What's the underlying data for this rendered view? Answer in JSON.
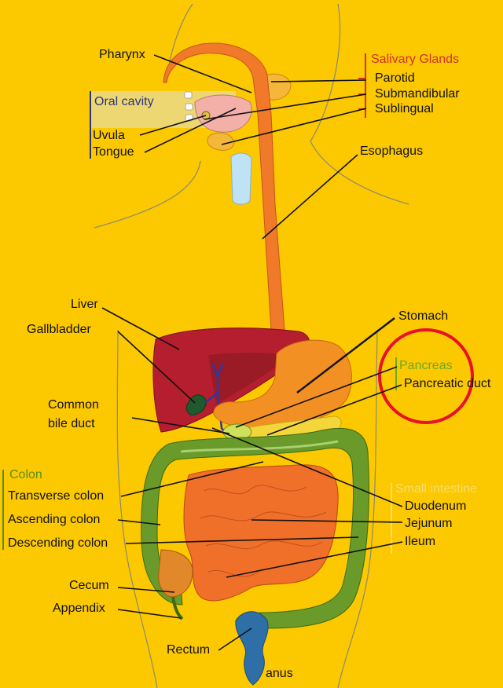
{
  "colors": {
    "background": "#FCC800",
    "esophagus": "#F07A2A",
    "liver": "#B51E2E",
    "stomach": "#F29024",
    "colon": "#6A9A2A",
    "small_intestine": "#F0702A",
    "rectum": "#2E6FA8",
    "highlight_circle": "#E8102A",
    "salivary_label": "#D2302A",
    "oral_label": "#2A3580",
    "colon_label": "#5A8F1E",
    "pancreas_label": "#6BAA2A",
    "small_intestine_label": "#F7DC70"
  },
  "labels": {
    "pharynx": "Pharynx",
    "oral_cavity": "Oral cavity",
    "uvula": "Uvula",
    "tongue": "Tongue",
    "salivary_glands": "Salivary Glands",
    "parotid": "Parotid",
    "submandibular": "Submandibular",
    "sublingual": "Sublingual",
    "esophagus": "Esophagus",
    "liver": "Liver",
    "gallbladder": "Gallbladder",
    "common_bile_duct_1": "Common",
    "common_bile_duct_2": "bile duct",
    "stomach": "Stomach",
    "pancreas": "Pancreas",
    "pancreatic_duct": "Pancreatic duct",
    "colon": "Colon",
    "transverse_colon": "Transverse colon",
    "ascending_colon": "Ascending colon",
    "descending_colon": "Descending colon",
    "small_intestine": "Small intestine",
    "duodenum": "Duodenum",
    "jejunum": "Jejunum",
    "ileum": "Ileum",
    "cecum": "Cecum",
    "appendix": "Appendix",
    "rectum": "Rectum",
    "anus": "anus"
  }
}
